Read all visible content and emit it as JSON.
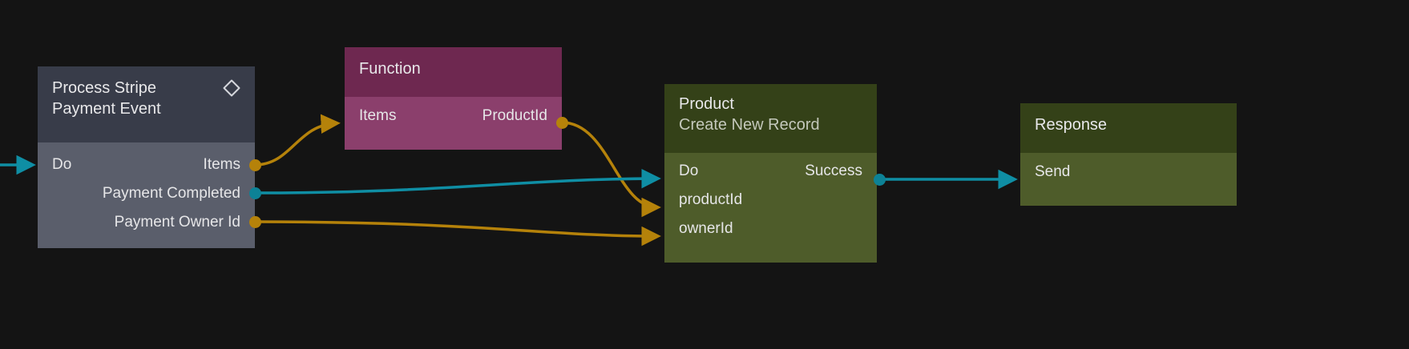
{
  "editor": {
    "name": "node-flow-graph",
    "background_color": "#141414",
    "colors": {
      "flow_edge": "#0f8ea4",
      "data_edge": "#b5820a",
      "slate_header": "#383c49",
      "slate_body": "#5a5e6b",
      "magenta_header": "#6e2850",
      "magenta_body": "#8b3f6c",
      "olive_header": "#344118",
      "olive_body": "#4e5c2a"
    }
  },
  "nodes": [
    {
      "id": "process-stripe-payment-event",
      "title": "Process Stripe\nPayment Event",
      "subtitle": "",
      "icon": "diamond-icon",
      "inputs": [
        {
          "label": "Do",
          "type": "flow"
        }
      ],
      "outputs": [
        {
          "label": "Items",
          "type": "data"
        },
        {
          "label": "Payment Completed",
          "type": "flow"
        },
        {
          "label": "Payment Owner Id",
          "type": "data"
        }
      ]
    },
    {
      "id": "function",
      "title": "Function",
      "subtitle": "",
      "inputs": [
        {
          "label": "Items",
          "type": "data"
        }
      ],
      "outputs": [
        {
          "label": "ProductId",
          "type": "data"
        }
      ]
    },
    {
      "id": "product-create-new-record",
      "title": "Product",
      "subtitle": "Create New Record",
      "inputs": [
        {
          "label": "Do",
          "type": "flow"
        },
        {
          "label": "productId",
          "type": "data"
        },
        {
          "label": "ownerId",
          "type": "data"
        }
      ],
      "outputs": [
        {
          "label": "Success",
          "type": "flow"
        }
      ]
    },
    {
      "id": "response",
      "title": "Response",
      "subtitle": "",
      "inputs": [
        {
          "label": "Send",
          "type": "flow"
        }
      ],
      "outputs": []
    }
  ],
  "edges": [
    {
      "from": "process-stripe.Items",
      "to": "function.Items",
      "type": "data"
    },
    {
      "from": "function.ProductId",
      "to": "product.productId",
      "type": "data"
    },
    {
      "from": "process-stripe.Payment Completed",
      "to": "product.Do",
      "type": "flow"
    },
    {
      "from": "process-stripe.Payment Owner Id",
      "to": "product.ownerId",
      "type": "data"
    },
    {
      "from": "product.Success",
      "to": "response.Send",
      "type": "flow"
    },
    {
      "from": "canvas-left",
      "to": "process-stripe.Do",
      "type": "flow"
    }
  ]
}
